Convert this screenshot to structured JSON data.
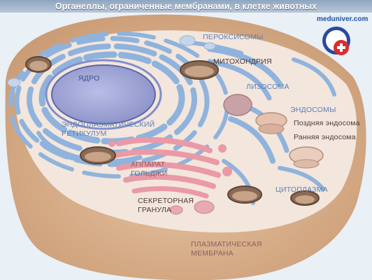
{
  "title": "Органеллы, ограниченные мембранами, в клетке животных",
  "watermark": {
    "text": "meduniver.com"
  },
  "labels": {
    "peroxisomes": "ПЕРОКСИСОМЫ",
    "mitochondria": "МИТОХОНДРИЯ",
    "nucleus": "ЯДРО",
    "lysosome": "ЛИЗОСОМА",
    "endosomes": "ЭНДОСОМЫ",
    "late_endosome": "Поздняя эндосома",
    "early_endosome": "Ранняя эндосома",
    "er_line1": "ЭНДОПЛАЗМАТИЧЕСКИЙ",
    "er_line2": "РЕТИКУЛУМ",
    "golgi_line1": "АППАРАТ",
    "golgi_line2": "ГОЛЬДЖИ",
    "secretory_line1": "СЕКРЕТОРНАЯ",
    "secretory_line2": "ГРАНУЛА",
    "cytoplasm": "ЦИТОПЛАЗМА",
    "membrane_line1": "ПЛАЗМАТИЧЕСКАЯ",
    "membrane_line2": "МЕМБРАНА"
  },
  "colors": {
    "background": "#e9f0f6",
    "cell_body": "#d9b08b",
    "cytoplasm": "#f3e6dd",
    "er": "#8fb3dc",
    "nucleus": "#9fa7d6",
    "golgi": "#e99aa6",
    "mitochondria": "#8a6a55",
    "label_blue": "#5b7fb4"
  }
}
